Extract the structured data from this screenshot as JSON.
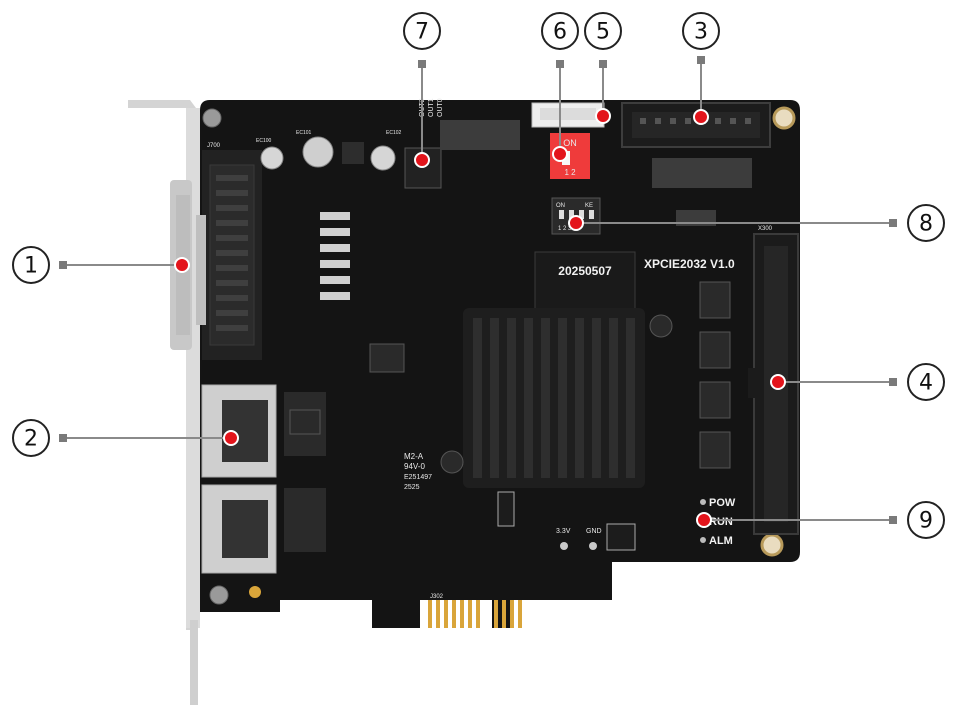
{
  "board": {
    "model_text": "XPCIE2032 V1.0",
    "date_text": "20250507",
    "led_pow": "POW",
    "led_run": "RUN",
    "led_alm": "ALM",
    "switch_on": "ON",
    "switch_nums": "1 2",
    "dip_on": "ON",
    "dip_ke": "KE",
    "dip_nums": "1 2 3 4",
    "out_label_1": "OUT1",
    "out_label_2": "OUT2",
    "out_label_0": "OUT0",
    "tp_33v": "3.3V",
    "tp_gnd": "GND",
    "cert_text_1": "M2-A",
    "cert_text_2": "94V-0",
    "cert_text_3": "E251497",
    "cert_text_4": "2525",
    "j700": "J700",
    "x300": "X300",
    "j302": "J302",
    "ec100": "EC100",
    "ec101": "EC101",
    "ec102": "EC102"
  },
  "callouts": [
    {
      "id": "1",
      "label": "1"
    },
    {
      "id": "2",
      "label": "2"
    },
    {
      "id": "3",
      "label": "3"
    },
    {
      "id": "4",
      "label": "4"
    },
    {
      "id": "5",
      "label": "5"
    },
    {
      "id": "6",
      "label": "6"
    },
    {
      "id": "7",
      "label": "7"
    },
    {
      "id": "8",
      "label": "8"
    },
    {
      "id": "9",
      "label": "9"
    }
  ],
  "colors": {
    "pcb": "#141414",
    "bracket": "#d9d9d9",
    "heatsink": "#1e1e1e",
    "gold": "#d9a53a",
    "marker": "#e3141b",
    "leader": "#8a8a8a",
    "switch_red": "#ef3b3b"
  }
}
